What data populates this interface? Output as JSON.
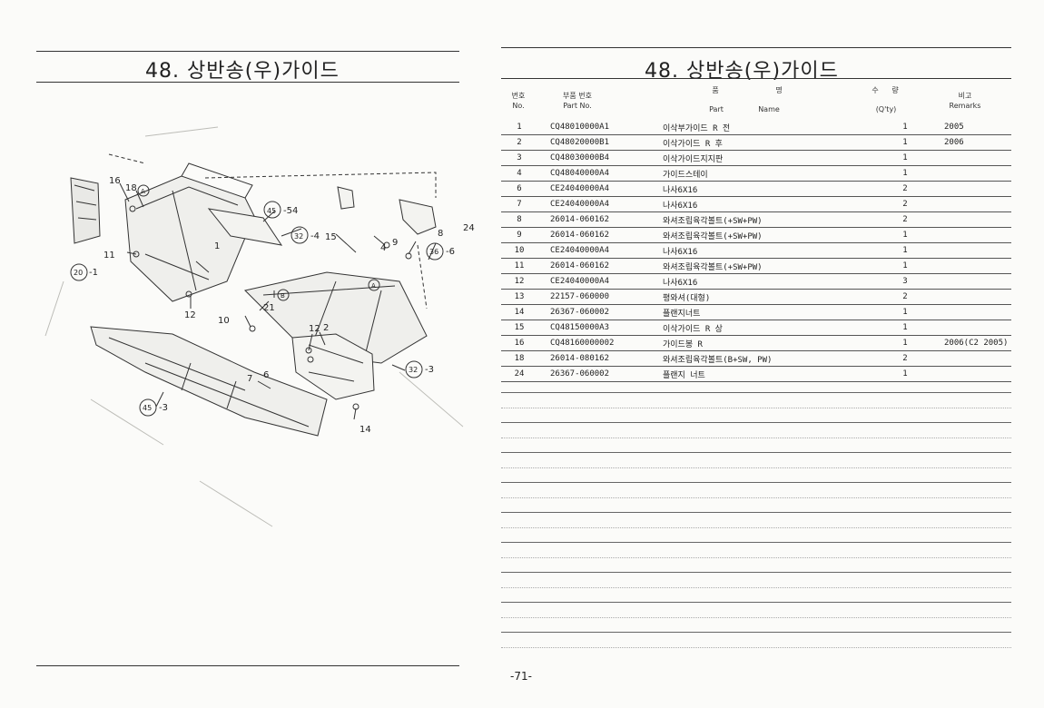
{
  "left": {
    "title": "48. 상반송(우)가이드",
    "side_label": "24",
    "callouts": {
      "c16": "16",
      "c18": "18",
      "cA1": "A",
      "c11": "11",
      "c20": "20",
      "c20s": "-1",
      "c1": "1",
      "c45a": "45",
      "c45as": "-54",
      "c32a": "32",
      "c32as": "-4",
      "c15": "15",
      "c4": "4",
      "c9": "9",
      "c8": "8",
      "c36": "36",
      "c36s": "-6",
      "cA2": "A",
      "c12a": "12",
      "c10": "10",
      "c21": "21",
      "cB": "B",
      "c12b": "12",
      "c2": "2",
      "c7": "7",
      "c6": "6",
      "c32b": "32",
      "c32bs": "-3",
      "c45b": "45",
      "c45bs": "-3",
      "c14": "14"
    }
  },
  "right": {
    "title": "48. 상반송(우)가이드",
    "header": {
      "no_ko": "번호",
      "no_en": "No.",
      "pn_ko": "부품 번호",
      "pn_en": "Part   No.",
      "name_ko1": "품",
      "name_ko2": "명",
      "name_en1": "Part",
      "name_en2": "Name",
      "qty_ko1": "수",
      "qty_ko2": "량",
      "qty_en": "(Q'ty)",
      "rem_ko": "비고",
      "rem_en": "Remarks"
    },
    "rows": [
      {
        "no": "1",
        "part_no": "CQ48010000A1",
        "name": "이삭부가이드 R 전",
        "qty": "1",
        "remarks": "2005"
      },
      {
        "no": "2",
        "part_no": "CQ48020000B1",
        "name": "이삭가이드 R 후",
        "qty": "1",
        "remarks": "2006"
      },
      {
        "no": "3",
        "part_no": "CQ48030000B4",
        "name": "이삭가이드지지판",
        "qty": "1",
        "remarks": ""
      },
      {
        "no": "4",
        "part_no": "CQ48040000A4",
        "name": "가이드스테이",
        "qty": "1",
        "remarks": ""
      },
      {
        "no": "6",
        "part_no": "CE24040000A4",
        "name": "나사6X16",
        "qty": "2",
        "remarks": ""
      },
      {
        "no": "7",
        "part_no": "CE24040000A4",
        "name": "나사6X16",
        "qty": "2",
        "remarks": ""
      },
      {
        "no": "8",
        "part_no": "26014-060162",
        "name": "와셔조립육각볼트(+SW+PW)",
        "qty": "2",
        "remarks": ""
      },
      {
        "no": "9",
        "part_no": "26014-060162",
        "name": "와셔조립육각볼트(+SW+PW)",
        "qty": "1",
        "remarks": ""
      },
      {
        "no": "10",
        "part_no": "CE24040000A4",
        "name": "나사6X16",
        "qty": "1",
        "remarks": ""
      },
      {
        "no": "11",
        "part_no": "26014-060162",
        "name": "와셔조립육각볼트(+SW+PW)",
        "qty": "1",
        "remarks": ""
      },
      {
        "no": "12",
        "part_no": "CE24040000A4",
        "name": "나사6X16",
        "qty": "3",
        "remarks": ""
      },
      {
        "no": "13",
        "part_no": "22157-060000",
        "name": "평와셔(대형)",
        "qty": "2",
        "remarks": ""
      },
      {
        "no": "14",
        "part_no": "26367-060002",
        "name": "플랜지너트",
        "qty": "1",
        "remarks": ""
      },
      {
        "no": "15",
        "part_no": "CQ48150000A3",
        "name": "이삭가이드 R 상",
        "qty": "1",
        "remarks": ""
      },
      {
        "no": "16",
        "part_no": "CQ48160000002",
        "name": "가이드봉 R",
        "qty": "1",
        "remarks": "2006(C2 2005)"
      },
      {
        "no": "18",
        "part_no": "26014-080162",
        "name": "와셔조립육각볼트(B+SW, PW)",
        "qty": "2",
        "remarks": ""
      },
      {
        "no": "24",
        "part_no": "26367-060002",
        "name": "플랜지 너트",
        "qty": "1",
        "remarks": ""
      }
    ],
    "page_number": "-71-"
  }
}
